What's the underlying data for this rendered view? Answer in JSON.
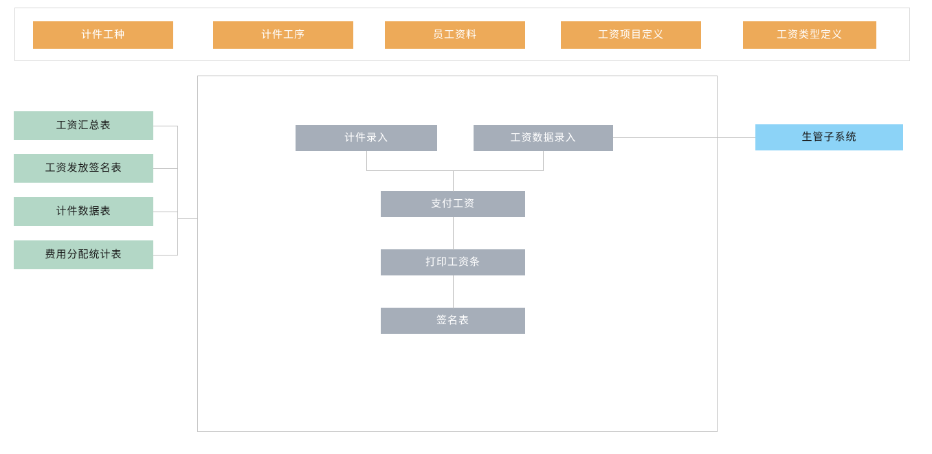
{
  "toolbar": {
    "name": "definition-toolbar",
    "buttons": [
      {
        "label": "计件工种"
      },
      {
        "label": "计件工序"
      },
      {
        "label": "员工资料"
      },
      {
        "label": "工资项目定义"
      },
      {
        "label": "工资类型定义"
      }
    ]
  },
  "reports": {
    "items": [
      {
        "label": "工资汇总表"
      },
      {
        "label": "工资发放签名表"
      },
      {
        "label": "计件数据表"
      },
      {
        "label": "费用分配统计表"
      }
    ]
  },
  "process": {
    "items": [
      {
        "label": "计件录入"
      },
      {
        "label": "工资数据录入"
      },
      {
        "label": "支付工资"
      },
      {
        "label": "打印工资条"
      },
      {
        "label": "签名表"
      }
    ]
  },
  "external": {
    "label": "生管子系统"
  },
  "colors": {
    "toolbar_button": "#EDAA59",
    "report_box": "#B3D7C6",
    "process_box": "#A6AEB9",
    "external_box": "#8CD3F7",
    "frame_border": "#bfbfbf",
    "connector": "#bfbfbf",
    "background": "#ffffff"
  }
}
